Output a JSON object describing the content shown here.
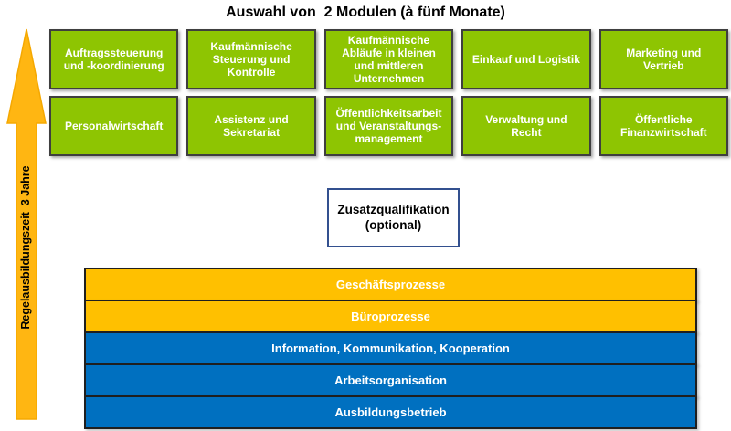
{
  "title": "Auswahl von  2 Modulen (à fünf Monate)",
  "arrow": {
    "label": "Regelausbildungszeit  3 Jahre",
    "color": "#FFB612",
    "stroke": "#F5A800"
  },
  "modules": {
    "fill": "#8EC502",
    "rows": [
      [
        "Auftragssteuerung\nund -koordinierung",
        "Kaufmännische\nSteuerung und\nKontrolle",
        "Kaufmännische\nAbläufe in kleinen\nund mittleren\nUnternehmen",
        "Einkauf und Logistik",
        "Marketing und\nVertrieb"
      ],
      [
        "Personalwirtschaft",
        "Assistenz und\nSekretariat",
        "Öffentlichkeitsarbeit\nund Veranstaltungs-\nmanagement",
        "Verwaltung und\nRecht",
        "Öffentliche\nFinanzwirtschaft"
      ]
    ]
  },
  "zusatz": {
    "label": "Zusatzqualifikation\n(optional)",
    "border_color": "#33508F"
  },
  "bars": [
    {
      "label": "Geschäftsprozesse",
      "color": "#FFC000"
    },
    {
      "label": "Büroprozesse",
      "color": "#FFC000"
    },
    {
      "label": "Information, Kommunikation, Kooperation",
      "color": "#0070C0"
    },
    {
      "label": "Arbeitsorganisation",
      "color": "#0070C0"
    },
    {
      "label": "Ausbildungsbetrieb",
      "color": "#0070C0"
    }
  ]
}
